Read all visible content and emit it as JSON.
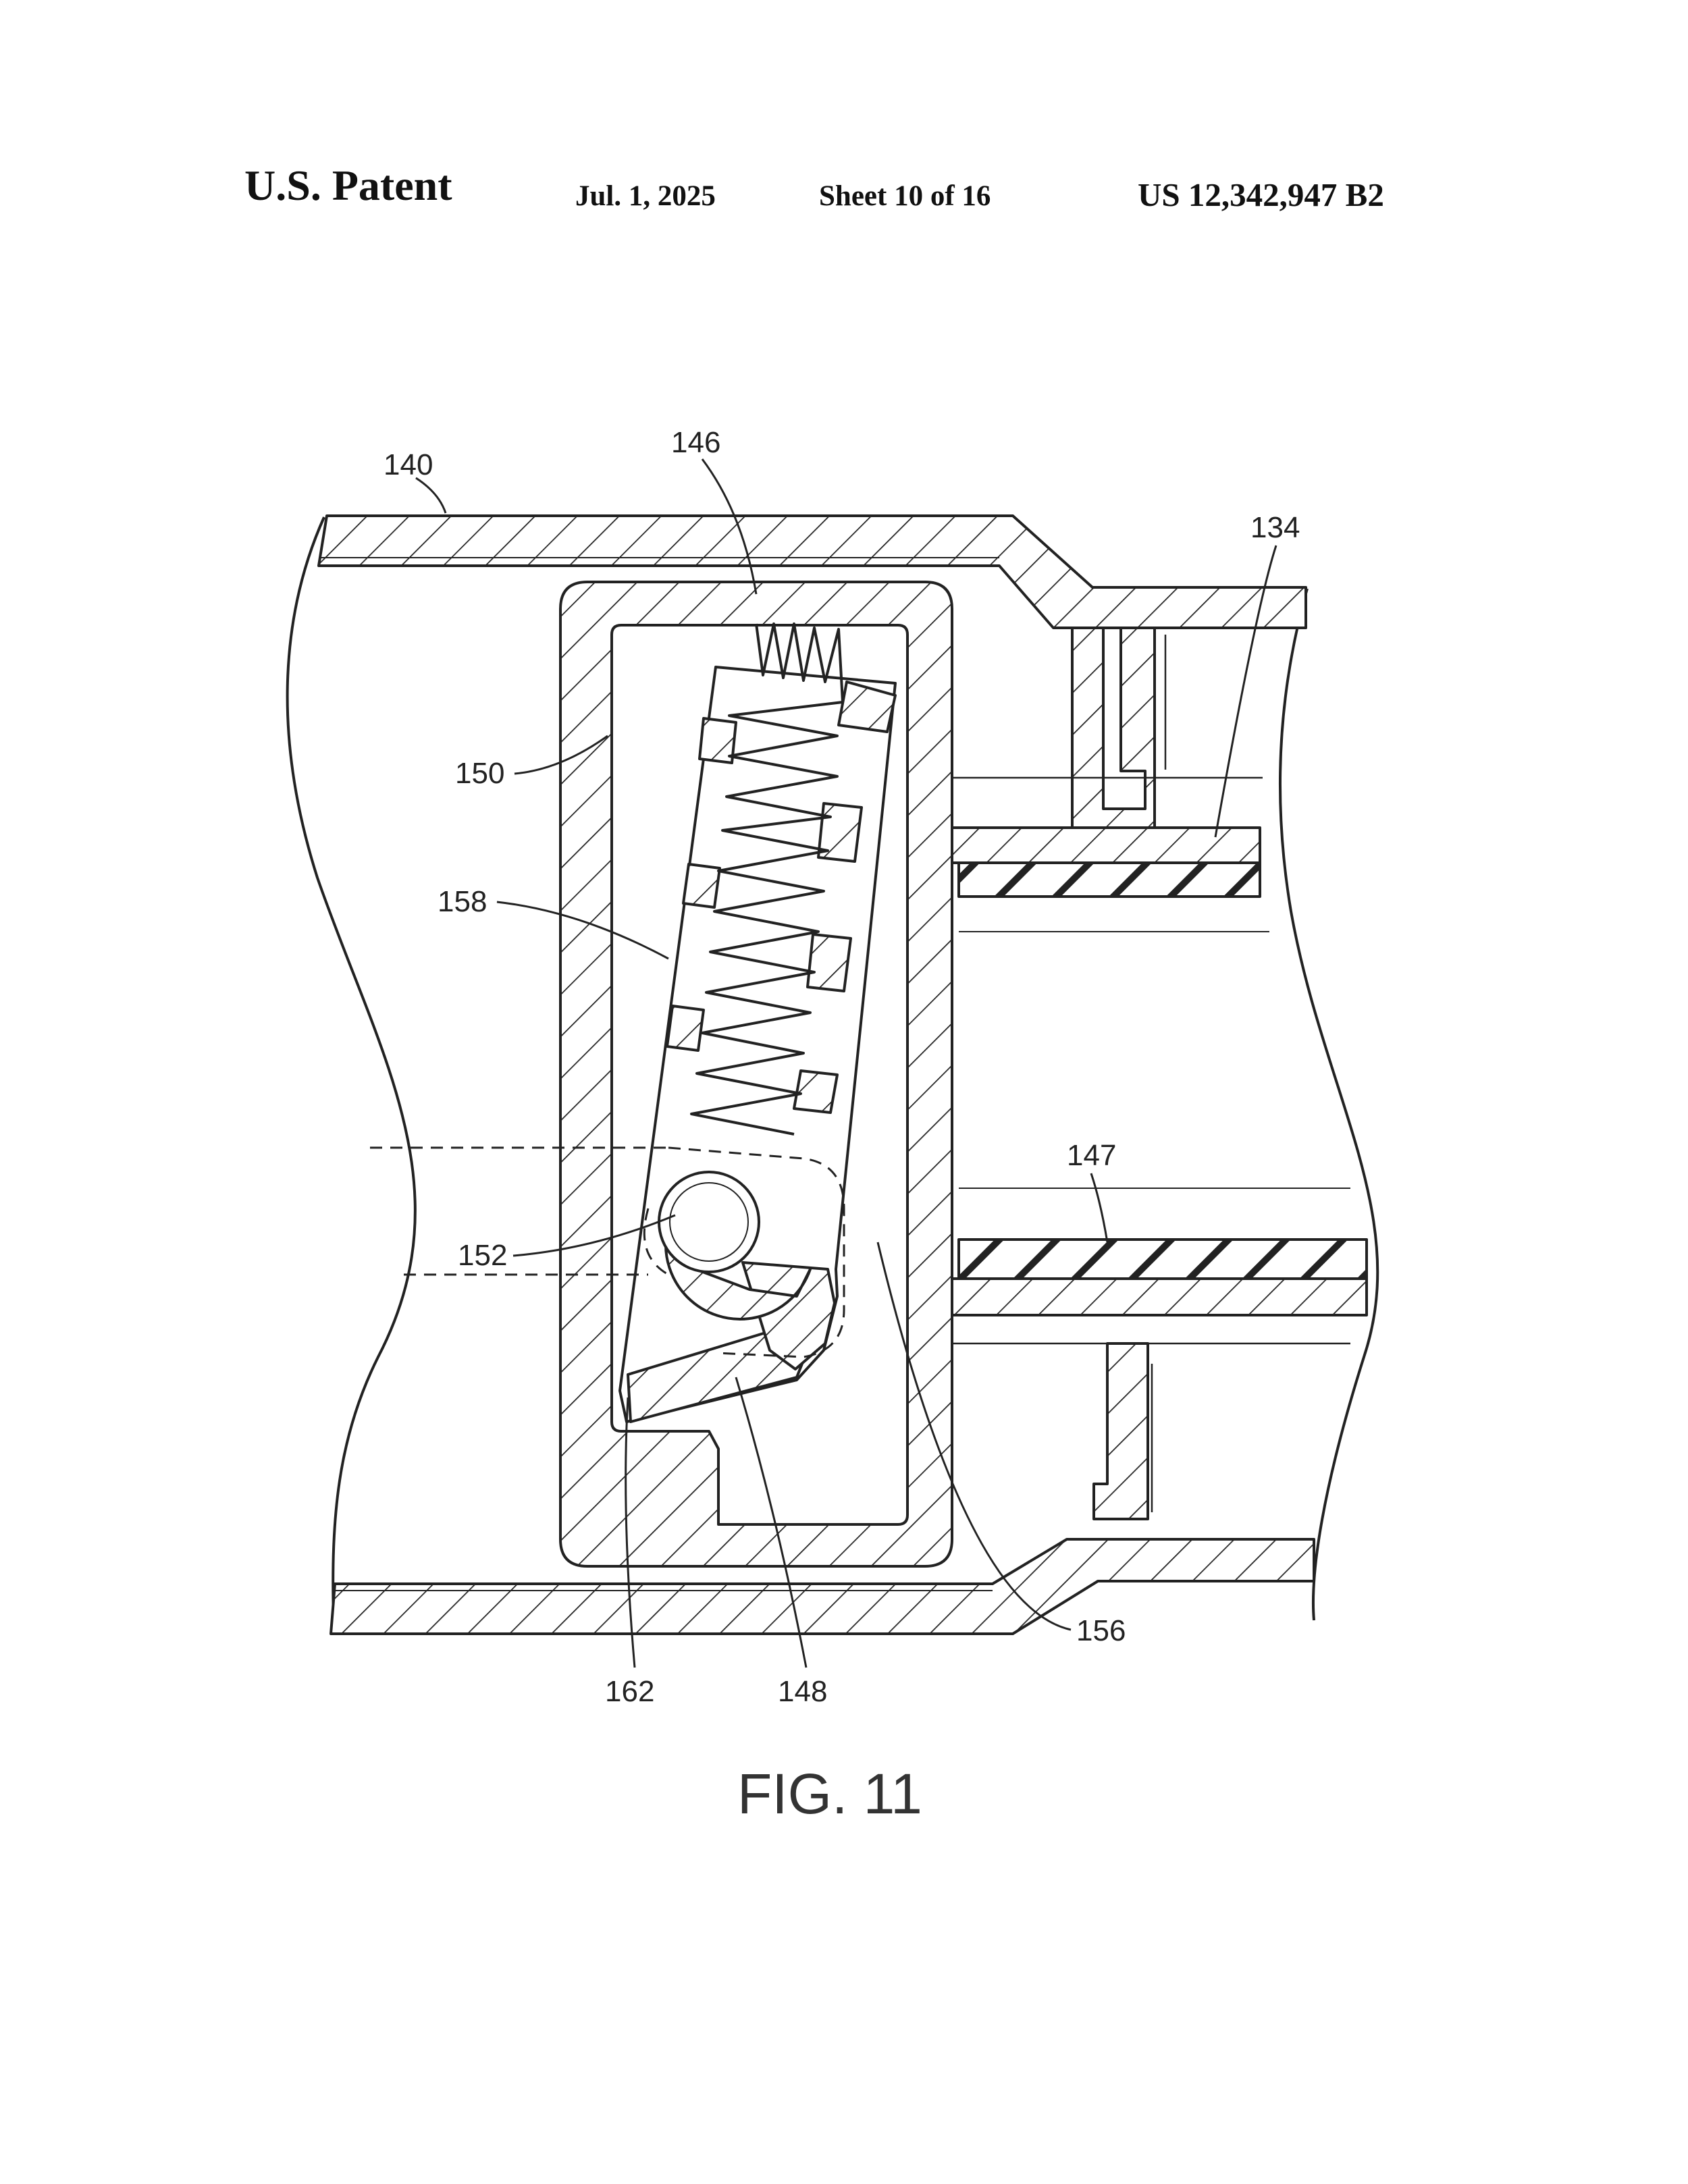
{
  "header": {
    "title": "U.S. Patent",
    "date": "Jul. 1, 2025",
    "sheet": "Sheet 10 of 16",
    "patent_number": "US 12,342,947 B2"
  },
  "figure": {
    "label": "FIG. 11",
    "reference_numerals": {
      "r140": "140",
      "r146": "146",
      "r134": "134",
      "r150": "150",
      "r158": "158",
      "r147": "147",
      "r152": "152",
      "r156": "156",
      "r162": "162",
      "r148": "148"
    }
  },
  "colors": {
    "ink": "#222222",
    "paper": "#ffffff"
  }
}
